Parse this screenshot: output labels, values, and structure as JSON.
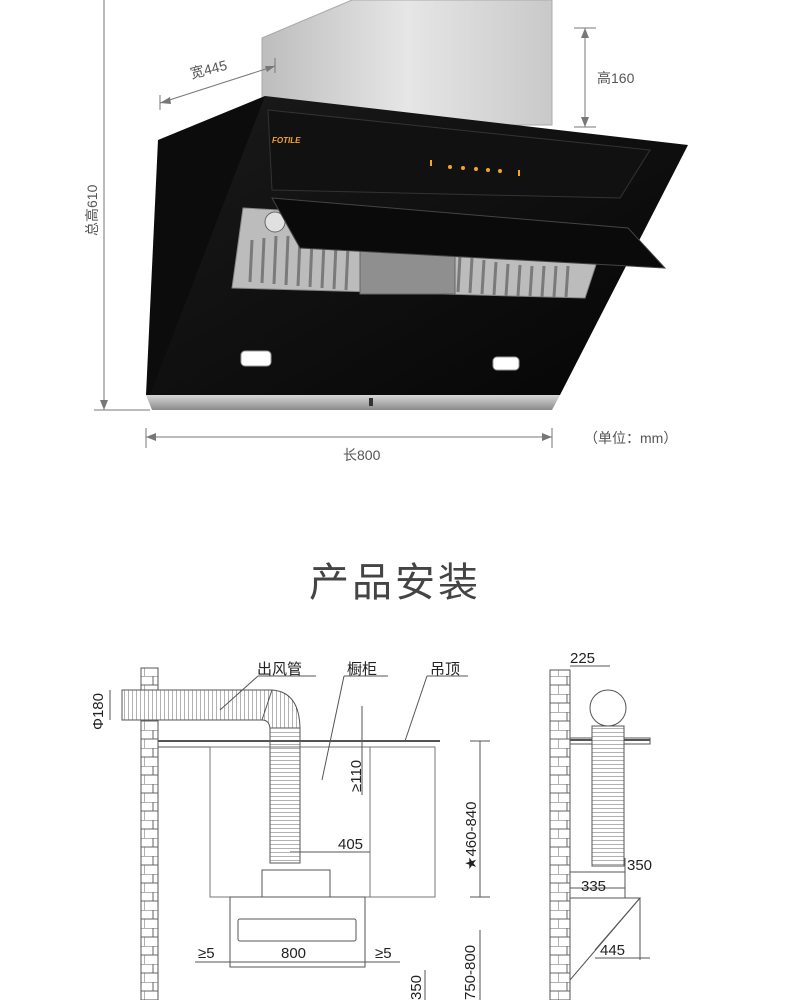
{
  "top_dims": {
    "width": "宽445",
    "height": "高160",
    "total_height": "总高610",
    "length": "长800",
    "unit": "（单位：mm）"
  },
  "hood": {
    "brand": "FOTILE"
  },
  "section_title": "产品安装",
  "install": {
    "labels": {
      "duct": "出风管",
      "cabinet": "橱柜",
      "ceiling": "吊顶"
    },
    "dims": {
      "pipe_diameter": "Φ180",
      "min_gap": "≥110",
      "range_460_840": "★460-840",
      "d405": "405",
      "left_gap": "≥5",
      "d800": "800",
      "right_gap": "≥5",
      "d350": "350",
      "range_750_800": "750-800",
      "side_225": "225",
      "side_350": "350",
      "side_335": "335",
      "side_445": "445"
    }
  }
}
